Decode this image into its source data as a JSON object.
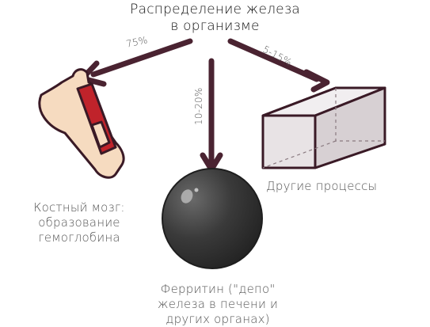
{
  "title": {
    "line1": "Распределение железа",
    "line2": "в организме"
  },
  "targets": {
    "bone_marrow": {
      "line1": "Костный мозг:",
      "line2": "образование",
      "line3": "гемоглобина",
      "share": "75%",
      "icon": "bone-icon"
    },
    "ferritin": {
      "line1": "Ферритин (\"депо\"",
      "line2": "железа в печени и",
      "line3": "других органах)",
      "share": "10-20%",
      "icon": "sphere-icon"
    },
    "other": {
      "line1": "Другие процессы",
      "share": "5-15%",
      "icon": "box-icon"
    }
  },
  "colors": {
    "arrow": "#4a2331",
    "outline": "#3a1a26",
    "bone": "#f6dbc0",
    "marrow": "#c0232b",
    "sphere": "#3a3a3a",
    "box": "#e8e3e5",
    "text": "#555555"
  }
}
